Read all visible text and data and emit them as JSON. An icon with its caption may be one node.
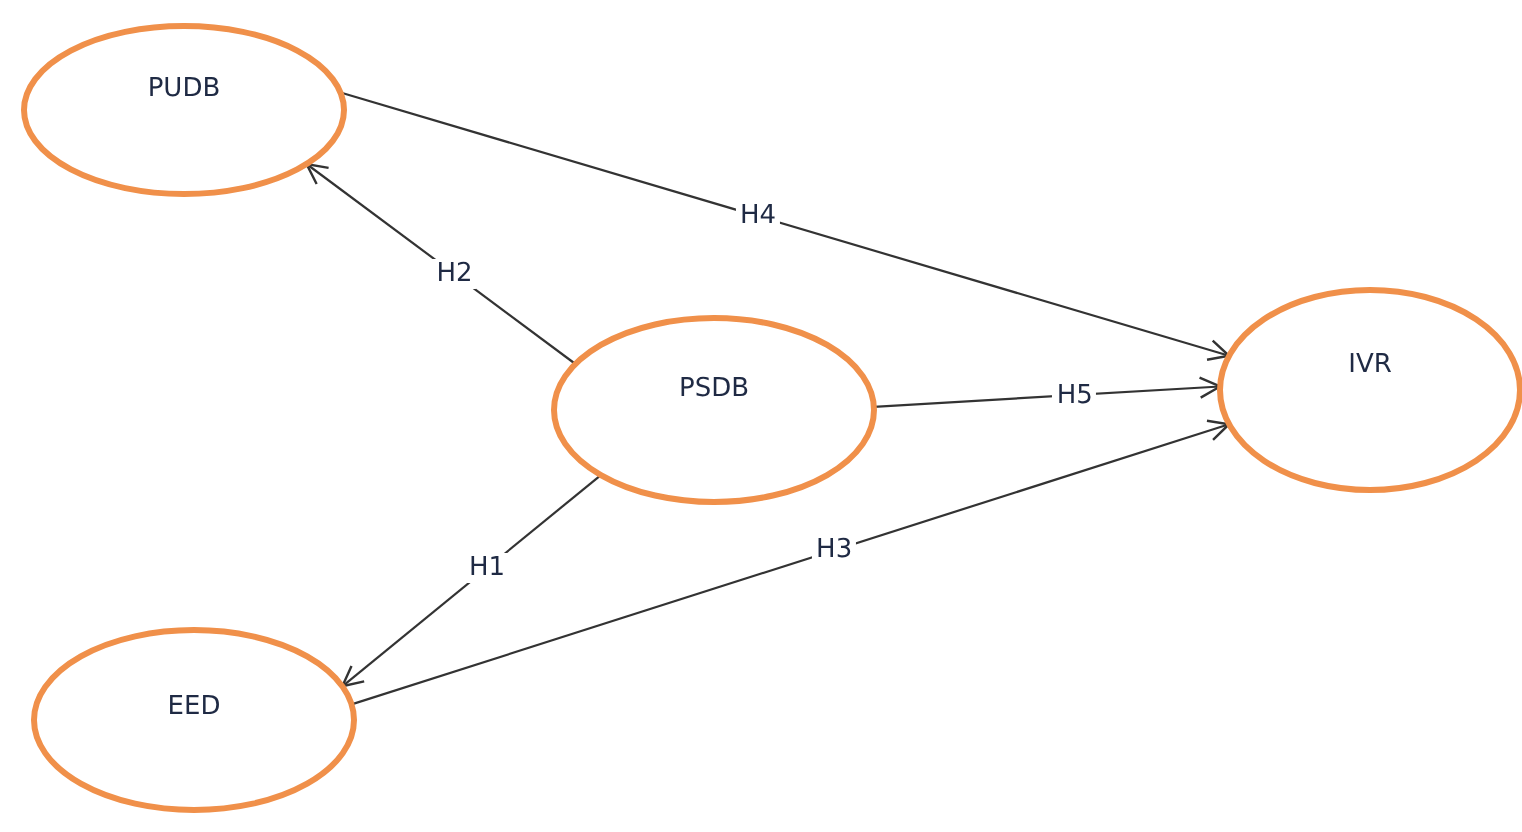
{
  "diagram": {
    "nodes": [
      {
        "text": [
          "PUDB"
        ]
      },
      {
        "text": [
          "PSDB"
        ]
      },
      {
        "text": [
          "IVR"
        ]
      },
      {
        "text": [
          "EED"
        ]
      }
    ],
    "edges": [
      {
        "from": 1,
        "to": 0,
        "arrow": "to",
        "label": "H2"
      },
      {
        "from": 0,
        "to": 2,
        "arrow": "to",
        "label": "H4"
      },
      {
        "from": 1,
        "to": 2,
        "arrow": "to",
        "label": "H5"
      },
      {
        "from": 1,
        "to": 3,
        "arrow": "to",
        "label": "H1"
      },
      {
        "from": 3,
        "to": 2,
        "arrow": "to",
        "label": "H3"
      }
    ]
  }
}
